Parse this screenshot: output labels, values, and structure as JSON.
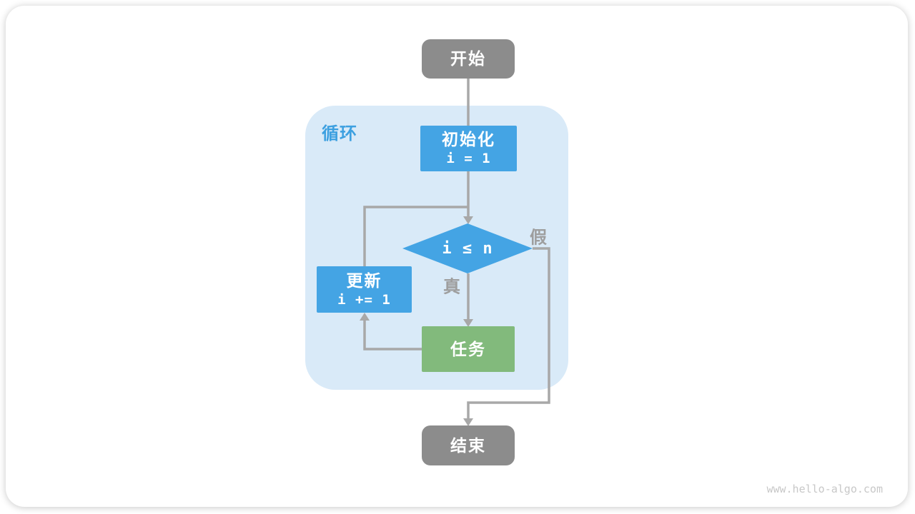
{
  "diagram": {
    "loop_label": "循环",
    "nodes": {
      "start": {
        "label": "开始"
      },
      "init": {
        "title": "初始化",
        "code": "i = 1"
      },
      "condition": {
        "label": "i ≤ n"
      },
      "update": {
        "title": "更新",
        "code": "i += 1"
      },
      "task": {
        "label": "任务"
      },
      "end": {
        "label": "结束"
      }
    },
    "edge_labels": {
      "true_branch": "真",
      "false_branch": "假"
    },
    "colors": {
      "node_blue": "#44a4e4",
      "node_green": "#82ba7c",
      "node_gray": "#8c8c8c",
      "loop_bg": "#d9eaf8",
      "loop_label": "#3da0e0",
      "line": "#a8a8a8",
      "edge_label": "#9e9e9e",
      "watermark": "#c8c8c8"
    }
  },
  "footer": {
    "watermark": "www.hello-algo.com"
  }
}
